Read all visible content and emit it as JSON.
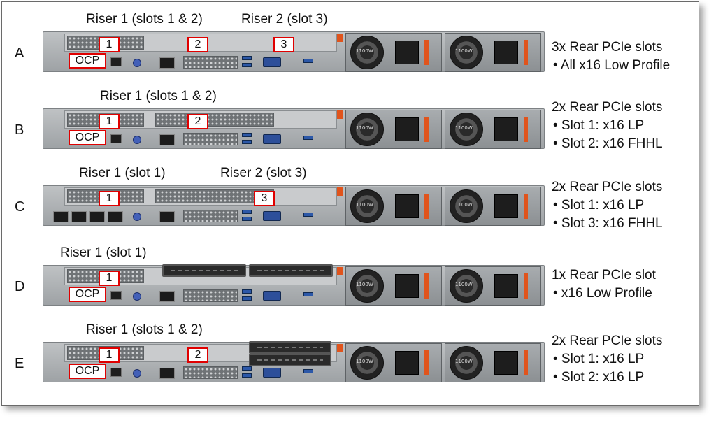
{
  "configs": [
    {
      "letter": "A",
      "riser_labels": [
        "Riser 1 (slots 1 & 2)",
        "Riser 2 (slot 3)"
      ],
      "slots": [
        "1",
        "2",
        "3"
      ],
      "ocp": "OCP",
      "psu_rating": "1100W",
      "desc": [
        "3x Rear PCIe slots",
        "• All x16 Low Profile"
      ]
    },
    {
      "letter": "B",
      "riser_labels": [
        "Riser 1 (slots 1 & 2)"
      ],
      "slots": [
        "1",
        "2"
      ],
      "ocp": "OCP",
      "psu_rating": "1100W",
      "desc": [
        "2x Rear PCIe slots",
        "• Slot 1: x16 LP",
        "• Slot 2: x16 FHHL"
      ]
    },
    {
      "letter": "C",
      "riser_labels": [
        "Riser 1 (slot 1)",
        "Riser 2 (slot 3)"
      ],
      "slots": [
        "1",
        "3"
      ],
      "ocp": "",
      "psu_rating": "1100W",
      "desc": [
        "2x Rear PCIe slots",
        "• Slot 1: x16 LP",
        "• Slot 3: x16 FHHL"
      ]
    },
    {
      "letter": "D",
      "riser_labels": [
        "Riser 1 (slot 1)"
      ],
      "slots": [
        "1"
      ],
      "ocp": "OCP",
      "psu_rating": "1100W",
      "desc": [
        "1x Rear PCIe slot",
        "• x16 Low Profile"
      ]
    },
    {
      "letter": "E",
      "riser_labels": [
        "Riser 1 (slots 1 & 2)"
      ],
      "slots": [
        "1",
        "2"
      ],
      "ocp": "OCP",
      "psu_rating": "1100W",
      "desc": [
        "2x Rear PCIe slots",
        "• Slot 1: x16 LP",
        "• Slot 2: x16 LP"
      ]
    }
  ],
  "colors": {
    "slot_outline": "#e00000",
    "chassis": "#a7abae",
    "latch": "#e0541c",
    "port_blue": "#2c58a8"
  }
}
